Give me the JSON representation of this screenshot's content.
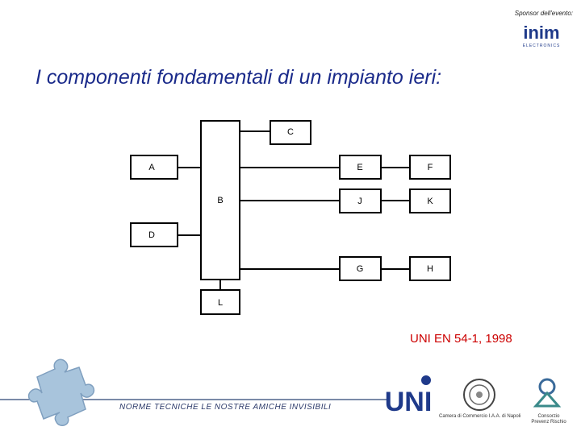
{
  "header": {
    "sponsor_text": "Sponsor dell'evento:",
    "sponsor_logo": "inim",
    "sponsor_logo_sub": "ELECTRONICS"
  },
  "title": "I componenti fondamentali di un impianto ieri:",
  "diagram": {
    "boxes": {
      "A": "A",
      "B": "B",
      "C": "C",
      "D": "D",
      "E": "E",
      "F": "F",
      "G": "G",
      "H": "H",
      "J": "J",
      "K": "K",
      "L": "L"
    },
    "colors": {
      "stroke": "#000000",
      "fill": "#ffffff"
    }
  },
  "reference": "UNI EN 54-1, 1998",
  "footer": {
    "banner": "NORME TECNICHE  LE NOSTRE AMICHE INVISIBILI",
    "logos": {
      "uni": "UNI",
      "camera_caption": "Camera di Commercio I.A.A. di Napoli",
      "cpr_caption_1": "Consorzio",
      "cpr_caption_2": "Prevenz Rischio"
    }
  },
  "colors": {
    "title": "#1a2a8a",
    "reference": "#cc0000",
    "uni_blue": "#1f3a8a",
    "puzzle": "#a8c4dc"
  }
}
